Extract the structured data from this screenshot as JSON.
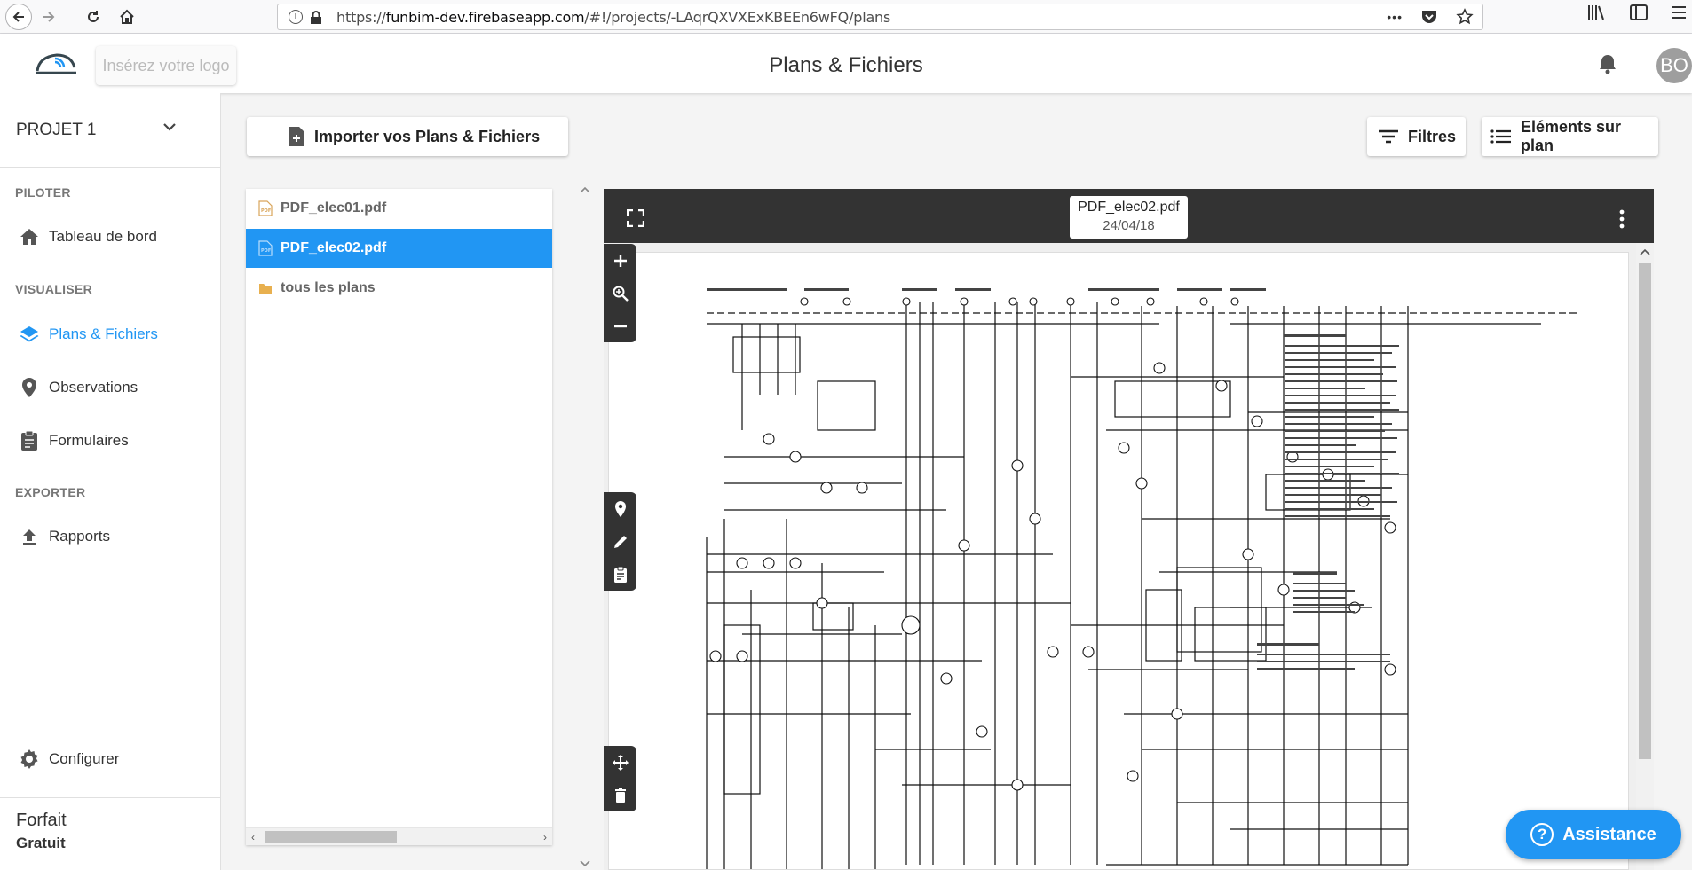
{
  "browser": {
    "url_prefix": "https://",
    "url_host": "funbim-dev.firebaseapp.com",
    "url_path": "/#!/projects/-LAqrQXVXExKBEEn6wFQ/plans",
    "page_actions_glyph": "•••"
  },
  "header": {
    "logo_placeholder": "Insérez votre logo",
    "title": "Plans & Fichiers",
    "avatar_initials": "BO"
  },
  "sidebar": {
    "project": "PROJET 1",
    "sections": {
      "piloter": "PILOTER",
      "visualiser": "VISUALISER",
      "exporter": "EXPORTER"
    },
    "items": [
      {
        "label": "Tableau de bord",
        "icon": "home-icon"
      },
      {
        "label": "Plans & Fichiers",
        "icon": "layers-icon"
      },
      {
        "label": "Observations",
        "icon": "location-pin-icon"
      },
      {
        "label": "Formulaires",
        "icon": "clipboard-icon"
      },
      {
        "label": "Rapports",
        "icon": "upload-icon"
      },
      {
        "label": "Configurer",
        "icon": "gear-icon"
      }
    ],
    "plan": {
      "title": "Forfait",
      "value": "Gratuit"
    }
  },
  "toolbar": {
    "import_label": "Importer vos Plans & Fichiers",
    "filters_label": "Filtres",
    "elements_label": "Eléments sur plan"
  },
  "files": [
    {
      "name": "PDF_elec01.pdf",
      "type": "pdf"
    },
    {
      "name": "PDF_elec02.pdf",
      "type": "pdf"
    },
    {
      "name": "tous les plans",
      "type": "folder"
    }
  ],
  "viewer": {
    "file_name": "PDF_elec02.pdf",
    "file_date": "24/04/18"
  },
  "assistance_label": "Assistance",
  "colors": {
    "accent": "#2196f3",
    "viewer_bar": "#333333"
  }
}
